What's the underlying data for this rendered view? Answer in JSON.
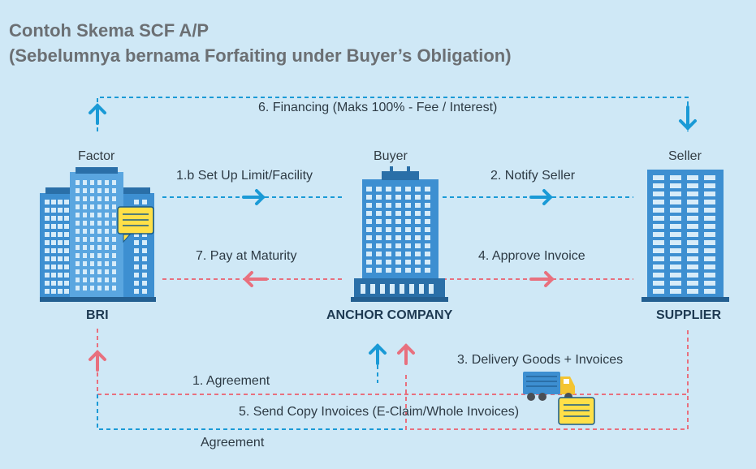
{
  "title": {
    "line1": "Contoh Skema SCF A/P",
    "line2": "(Sebelumnya bernama Forfaiting under Buyer’s Obligation)"
  },
  "nodes": {
    "factor": {
      "top_label": "Factor",
      "bottom_label": "BRI"
    },
    "buyer": {
      "top_label": "Buyer",
      "bottom_label": "ANCHOR COMPANY"
    },
    "seller": {
      "top_label": "Seller",
      "bottom_label": "SUPPLIER"
    }
  },
  "flows": {
    "financing": "6. Financing (Maks 100% - Fee / Interest)",
    "setup_limit": "1.b Set Up Limit/Facility",
    "notify_seller": "2. Notify Seller",
    "pay_maturity": "7. Pay at Maturity",
    "approve_invoice": "4. Approve Invoice",
    "delivery": "3. Delivery Goods + Invoices",
    "agreement_1": "1. Agreement",
    "send_copy": "5. Send Copy Invoices (E-Claim/Whole Invoices)",
    "agreement_bottom": "Agreement"
  },
  "colors": {
    "blue_line": "#1a9ad6",
    "red_line": "#e8707e",
    "title": "#6b6f73",
    "building_main": "#3d8fd1",
    "building_dark": "#2a6fa8",
    "note": "#ffe048"
  },
  "icons": [
    "building-icon",
    "note-icon",
    "truck-icon"
  ]
}
